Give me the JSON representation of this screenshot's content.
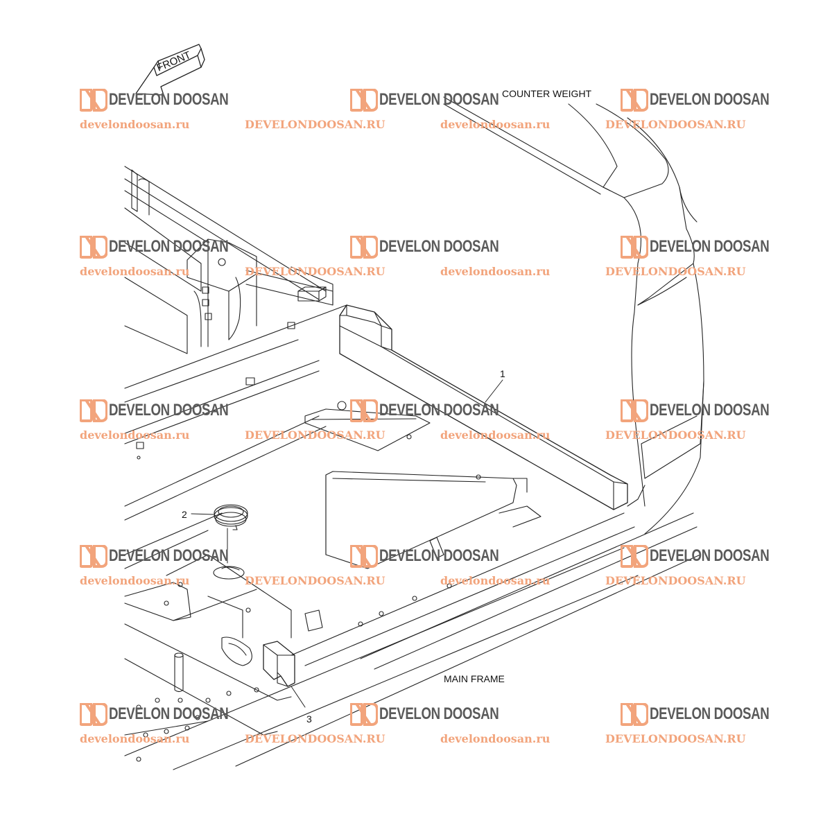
{
  "front_arrow": {
    "label": "FRONT"
  },
  "callouts": {
    "counter_weight": "COUNTER WEIGHT",
    "main_frame": "MAIN FRAME",
    "part_1": "1",
    "part_2": "2",
    "part_3": "3"
  },
  "watermark": {
    "brand": "DEVELON DOOSAN",
    "url_lower": "develondoosan.ru",
    "url_upper": "DEVELONDOOSAN.RU",
    "logo_color": "#f2a47c",
    "brand_color": "#5a5a5a",
    "url_color": "#f2a47c"
  }
}
